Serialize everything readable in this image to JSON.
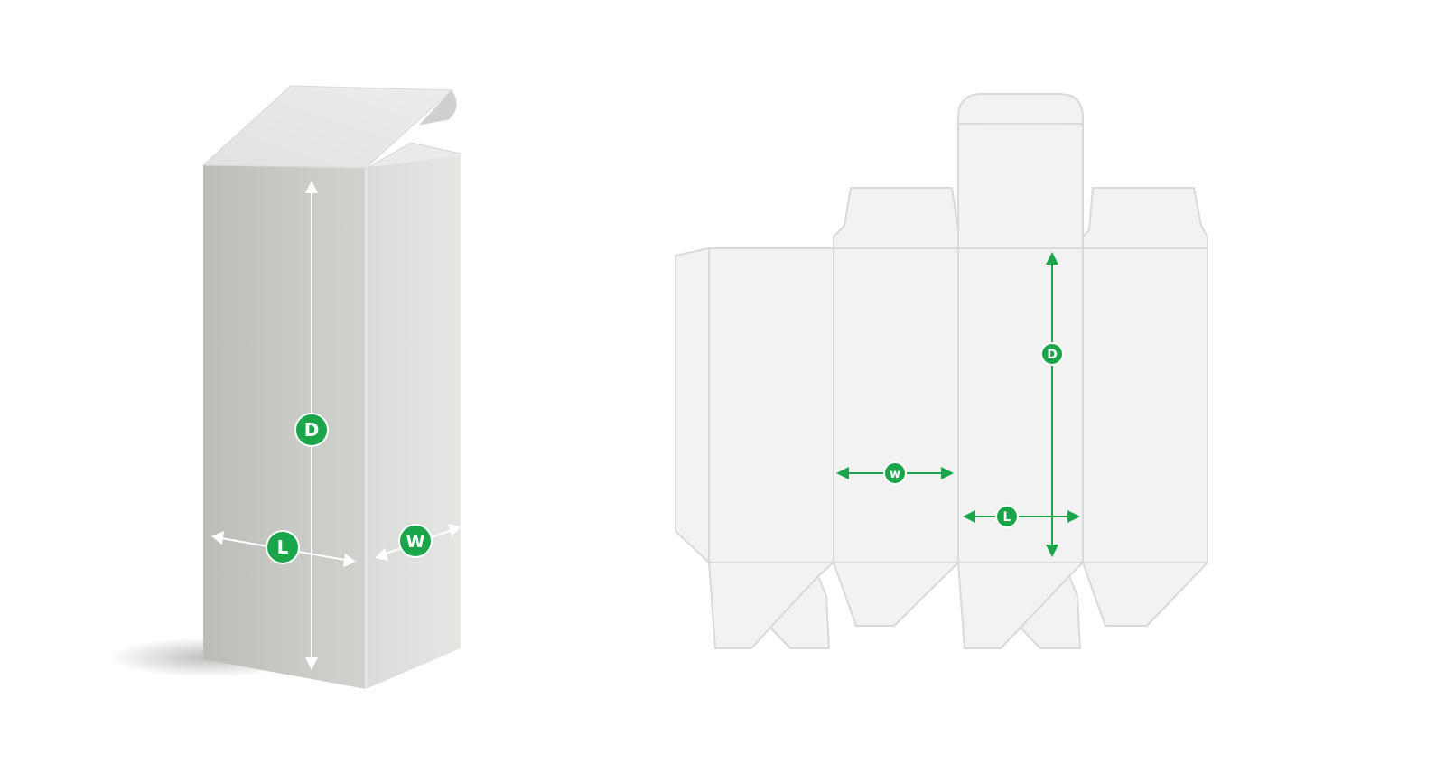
{
  "dimensions": {
    "depth_label": "D",
    "length_label": "L",
    "width_label": "W",
    "width_label_dieline": "w"
  },
  "colors": {
    "accent": "#1aa54a",
    "box_front": "#c5c8c3",
    "box_side": "#dfe2de",
    "box_top": "#e8ebe7",
    "dieline_fill": "#f2f2f2",
    "dieline_stroke": "#d7d7d7",
    "arrow_white": "#ffffff"
  },
  "icons": {
    "arrow_head": "triangle-arrowhead",
    "label_marker": "filled-circle-badge"
  }
}
